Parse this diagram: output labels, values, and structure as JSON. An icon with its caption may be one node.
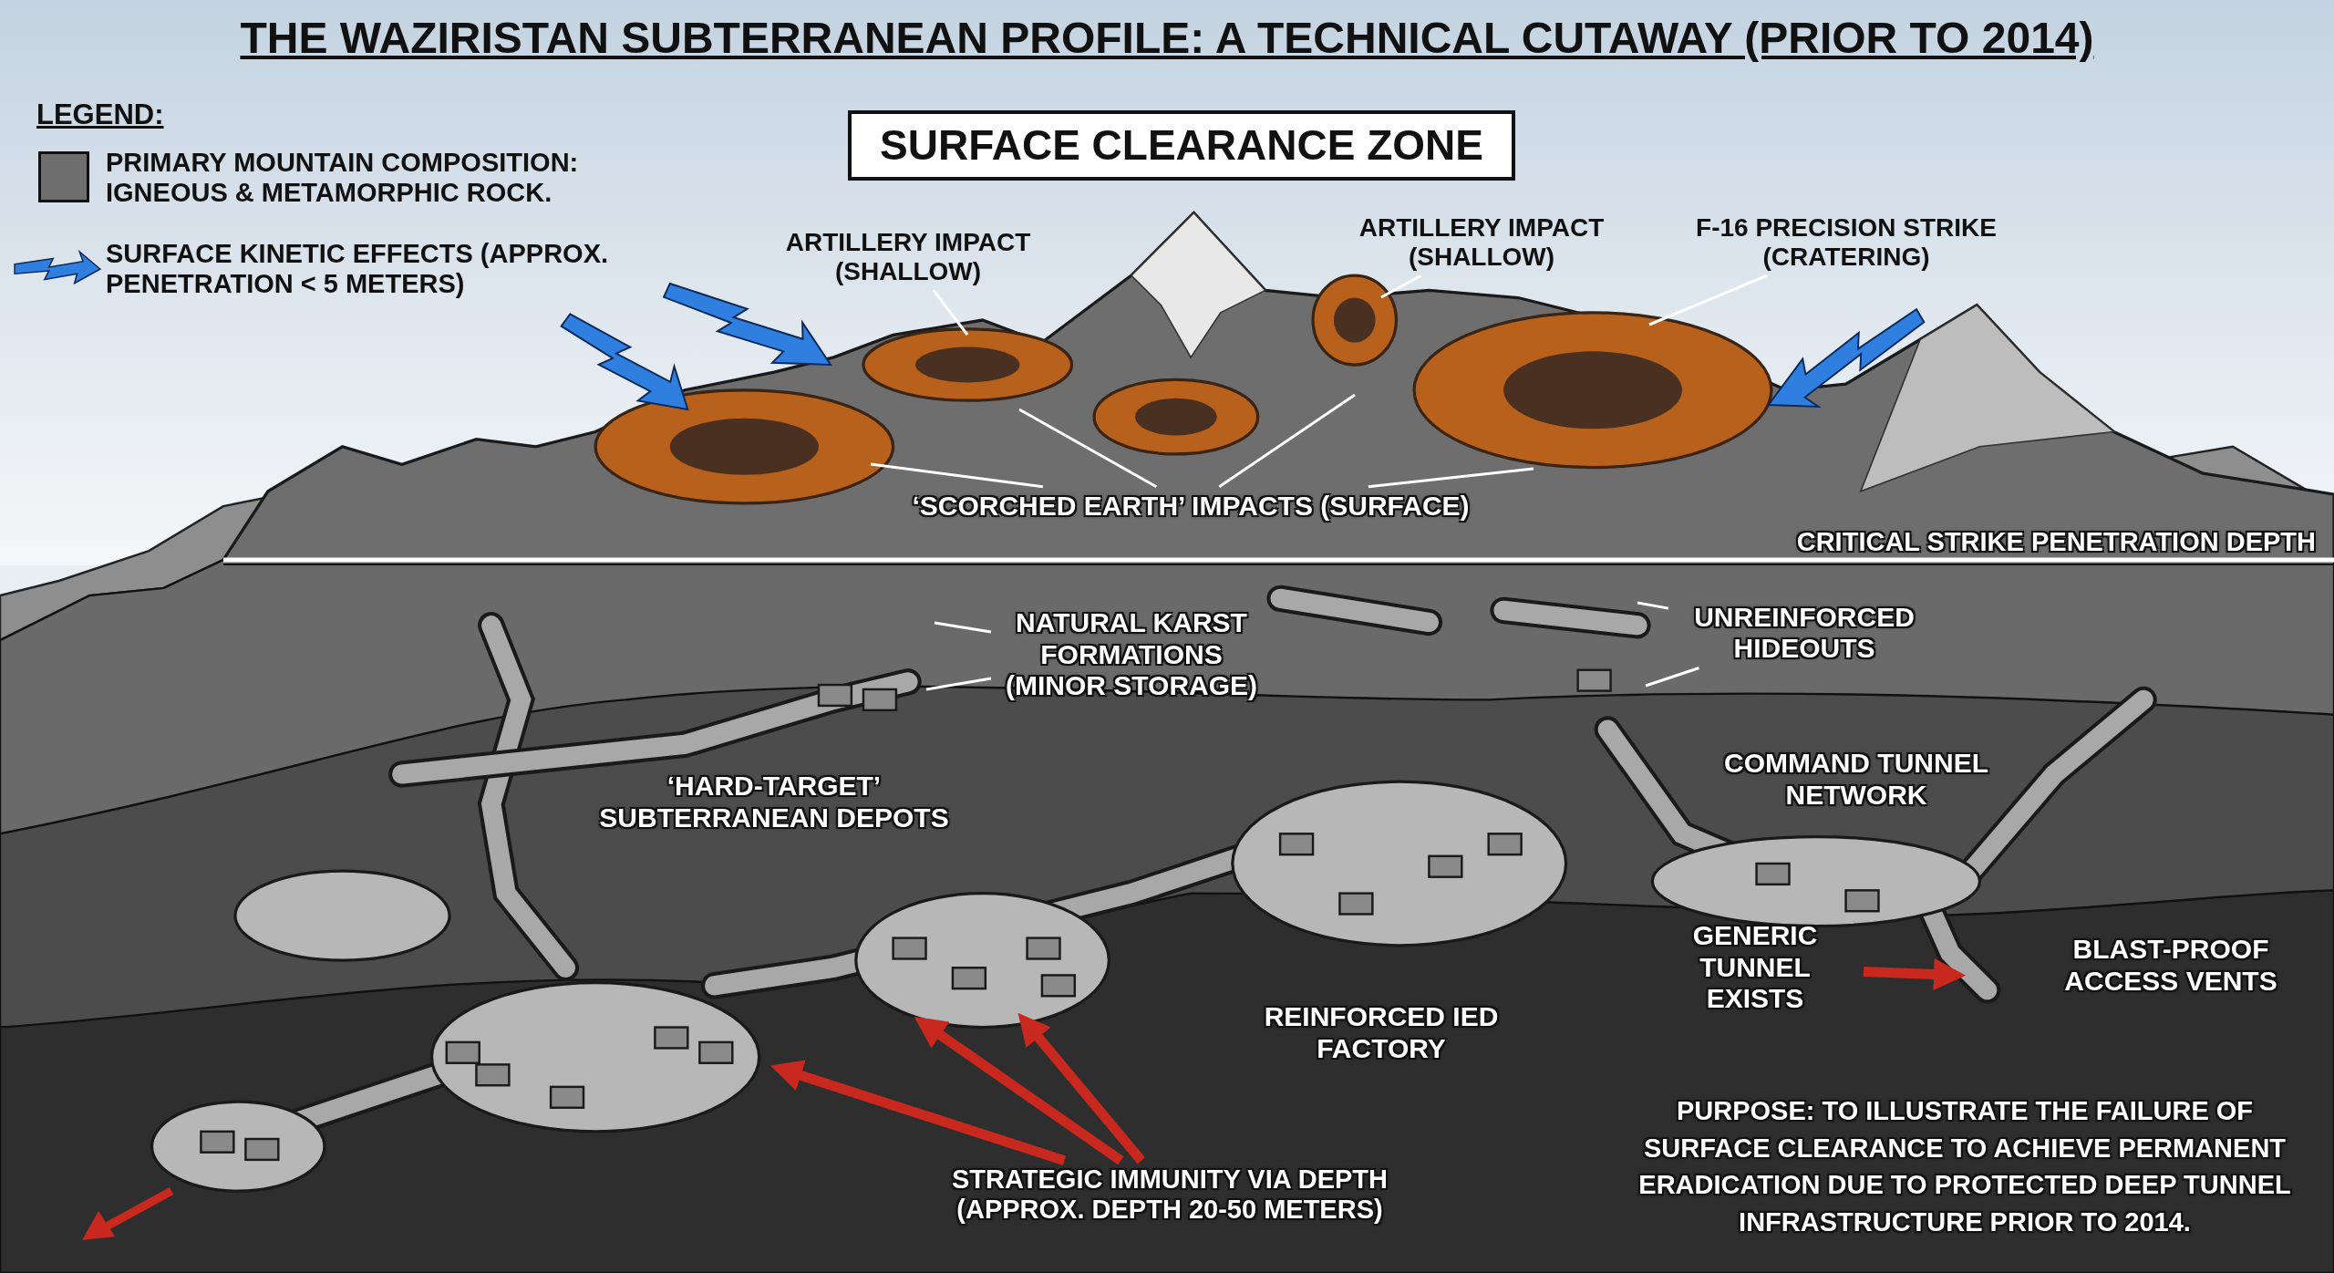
{
  "diagram": {
    "title": "THE WAZIRISTAN SUBTERRANEAN PROFILE: A TECHNICAL CUTAWAY (PRIOR TO 2014)",
    "nodes": [
      {
        "text": [
          "SURFACE CLEARANCE ZONE"
        ]
      },
      {
        "text": [
          "ARTILLERY IMPACT (SHALLOW)"
        ]
      },
      {
        "text": [
          "ARTILLERY IMPACT (SHALLOW)"
        ]
      },
      {
        "text": [
          "F-16 PRECISION STRIKE (CRATERING)"
        ]
      },
      {
        "text": [
          "‘SCORCHED EARTH’ IMPACTS (SURFACE)"
        ]
      },
      {
        "text": [
          "NATURAL KARST FORMATIONS (MINOR STORAGE)"
        ]
      },
      {
        "text": [
          "UNREINFORCED HIDEOUTS"
        ]
      },
      {
        "text": [
          "GENERIC TUNNEL EXISTS"
        ]
      },
      {
        "text": [
          "STRATEGIC IMMUNITY VIA DEPTH (APPROX. DEPTH 20-50 METERS)"
        ]
      }
    ],
    "edges": [
      {
        "from": 1,
        "to": null,
        "arrow": "none"
      },
      {
        "from": 2,
        "to": null,
        "arrow": "none"
      },
      {
        "from": 3,
        "to": null,
        "arrow": "none"
      },
      {
        "from": 4,
        "to": null,
        "arrow": "none"
      },
      {
        "from": 4,
        "to": null,
        "arrow": "none"
      },
      {
        "from": 4,
        "to": null,
        "arrow": "none"
      },
      {
        "from": 4,
        "to": null,
        "arrow": "none"
      },
      {
        "from": 5,
        "to": null,
        "arrow": "none"
      },
      {
        "from": 5,
        "to": null,
        "arrow": "none"
      },
      {
        "from": 6,
        "to": null,
        "arrow": "none"
      },
      {
        "from": 6,
        "to": null,
        "arrow": "none"
      },
      {
        "from": 7,
        "to": null,
        "arrow": "to",
        "style": "thick",
        "color": "#c8281e"
      },
      {
        "from": 8,
        "to": null,
        "arrow": "to",
        "style": "thick",
        "color": "#c8281e"
      },
      {
        "from": 8,
        "to": null,
        "arrow": "to",
        "style": "thick",
        "color": "#c8281e"
      },
      {
        "from": 8,
        "to": null,
        "arrow": "to",
        "style": "thick",
        "color": "#c8281e"
      }
    ],
    "labels": [
      "LEGEND:",
      "CRITICAL STRIKE PENETRATION DEPTH",
      "‘HARD-TARGET’ SUBTERRANEAN DEPOTS",
      "COMMAND TUNNEL NETWORK",
      "REINFORCED IED FACTORY",
      "BLAST-PROOF ACCESS VENTS",
      "PURPOSE: TO ILLUSTRATE THE FAILURE OF SURFACE CLEARANCE TO ACHIEVE PERMANENT ERADICATION DUE TO PROTECTED DEEP TUNNEL INFRASTRUCTURE PRIOR TO 2014."
    ],
    "legend": [
      {
        "text": "PRIMARY MOUNTAIN COMPOSITION: IGNEOUS & METAMORPHIC ROCK.",
        "color": "#6e6e6e"
      },
      {
        "text": "SURFACE KINETIC EFFECTS (APPROX. PENETRATION < 5 METERS)"
      }
    ]
  }
}
